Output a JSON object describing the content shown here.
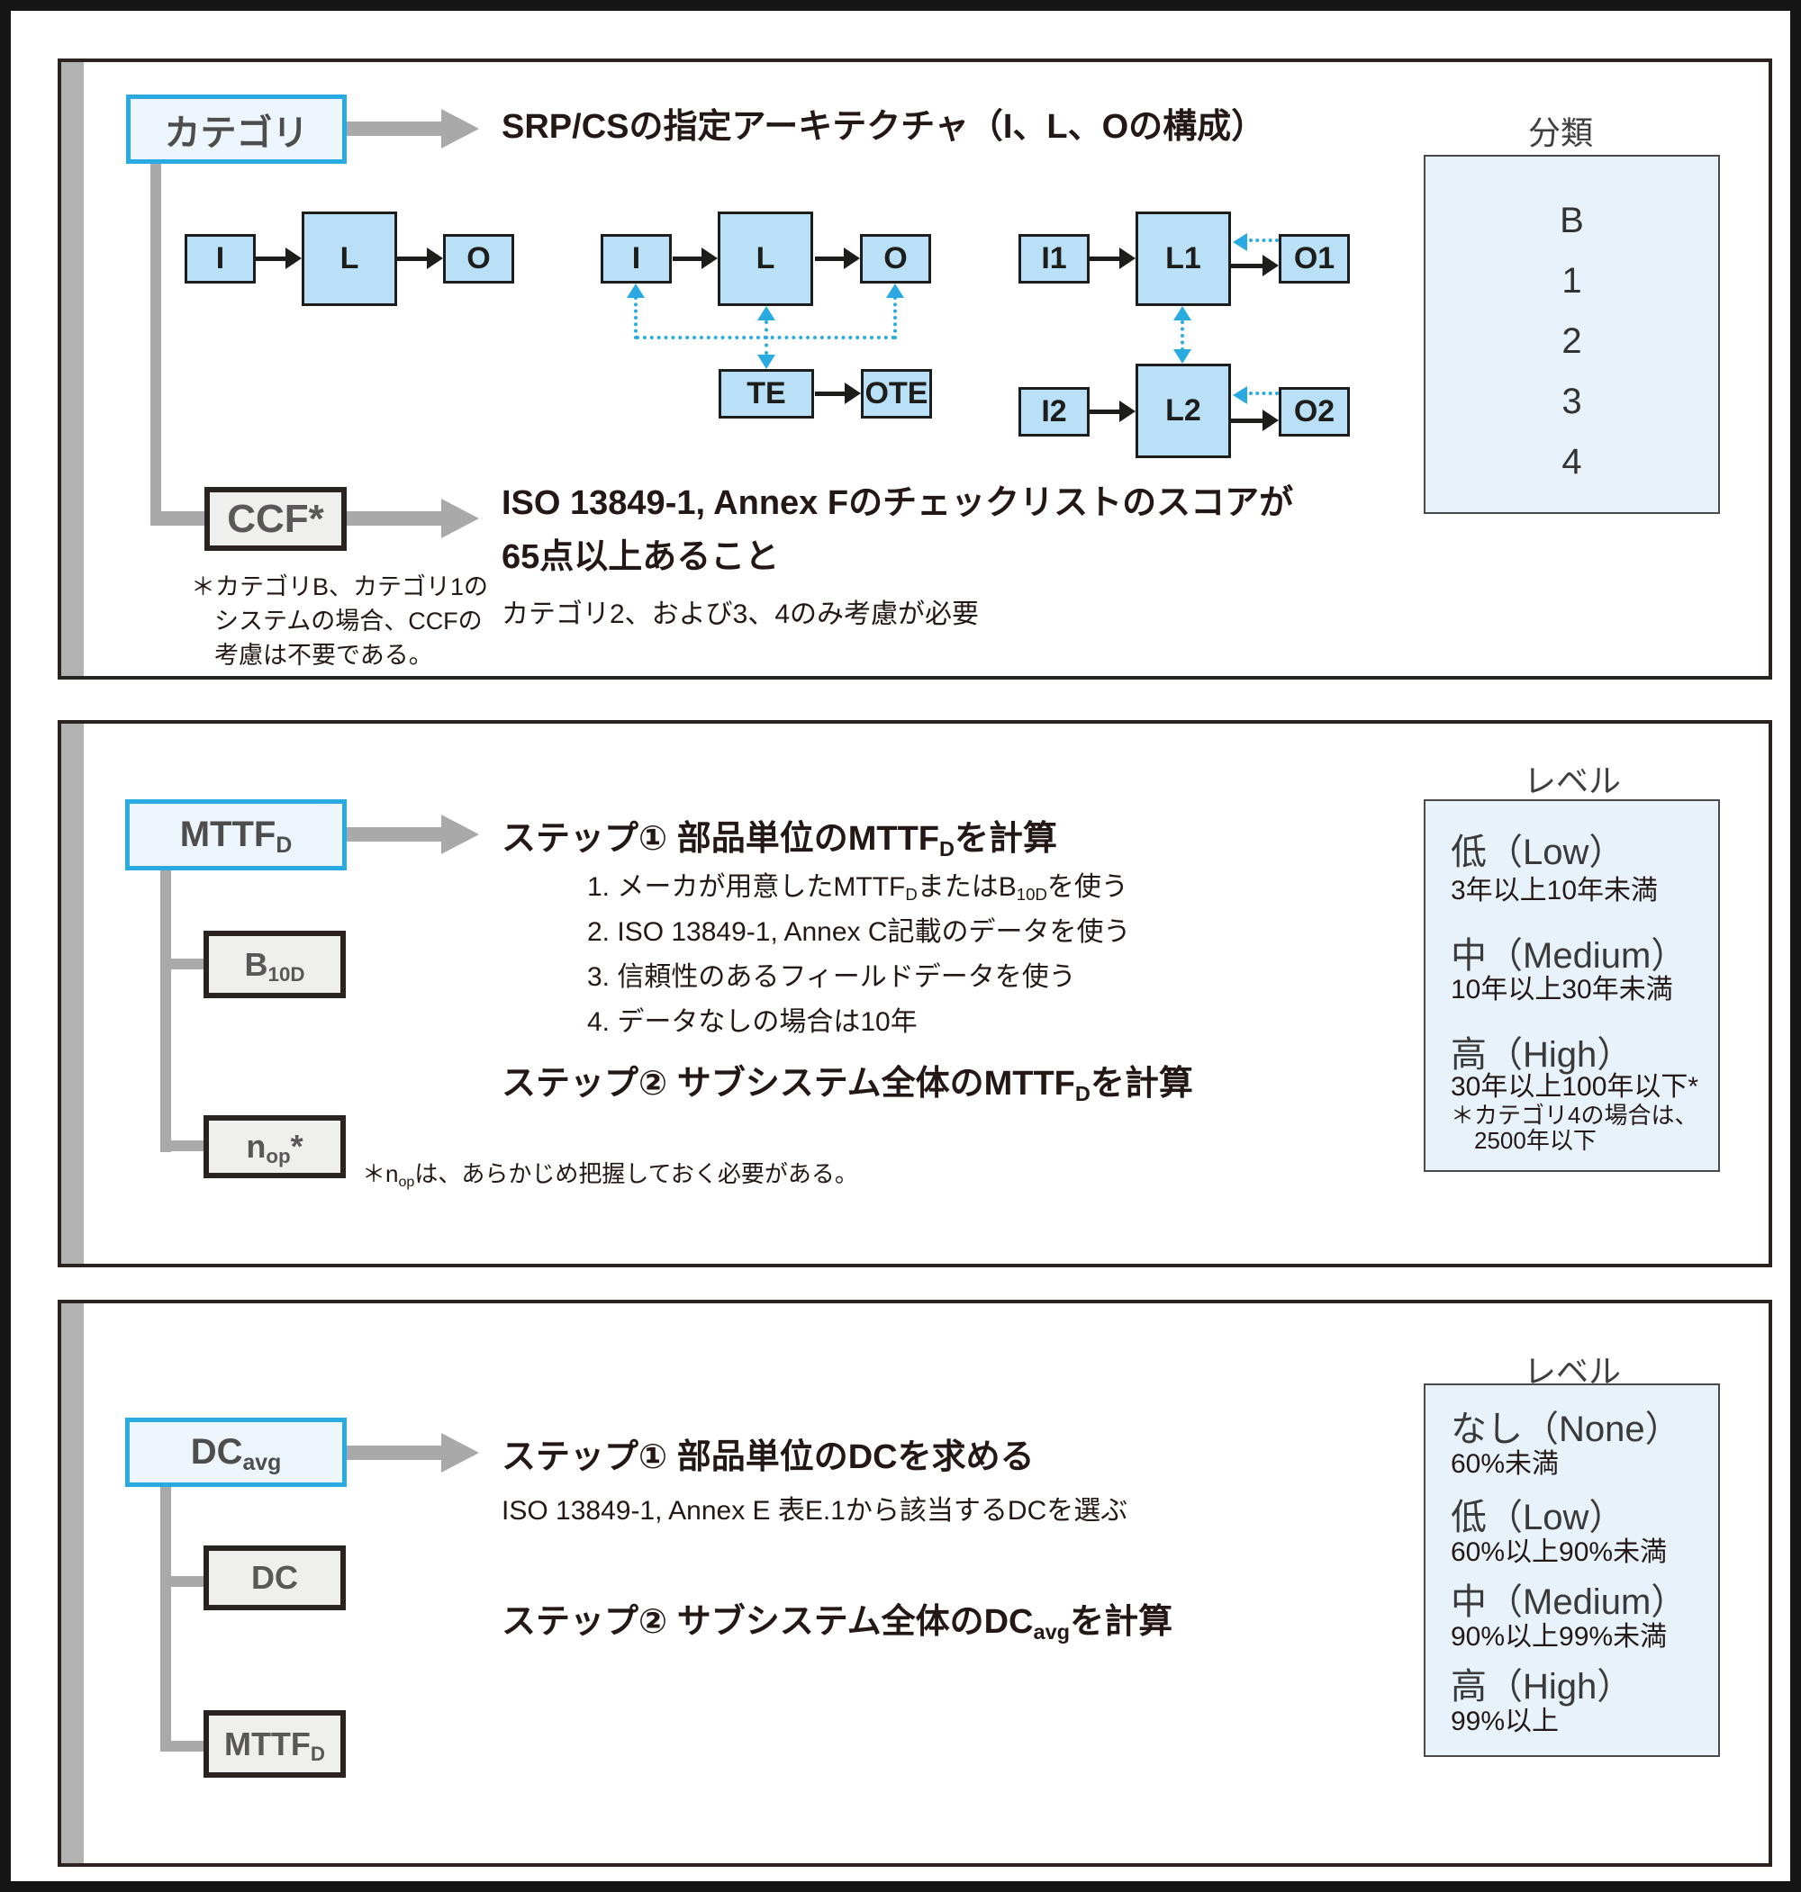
{
  "colors": {
    "accent_blue": "#29abe2",
    "diagram_box_blue": "#b9e0f6",
    "side_box_blue": "#e7f2fb",
    "connector_gray": "#a9a9a9"
  },
  "category_panel": {
    "node_label": "カテゴリ",
    "heading": "SRP/CSの指定アーキテクチャ（I、L、Oの構成）",
    "classification_label": "分類",
    "classification_values": [
      "B",
      "1",
      "2",
      "3",
      "4"
    ],
    "d1": [
      "I",
      "L",
      "O"
    ],
    "d2": [
      "I",
      "L",
      "O",
      "TE",
      "OTE"
    ],
    "d3": [
      "I1",
      "L1",
      "O1",
      "I2",
      "L2",
      "O2"
    ],
    "ccf_label": "CCF*",
    "ccf_heading_1": "ISO 13849-1, Annex Fのチェックリストのスコアが",
    "ccf_heading_2": "65点以上あること",
    "ccf_note": "カテゴリ2、および3、4のみ考慮が必要",
    "ccf_foot_1": "＊カテゴリB、カテゴリ1の",
    "ccf_foot_2": "システムの場合、CCFの",
    "ccf_foot_3": "考慮は不要である。"
  },
  "mttfd_panel": {
    "node_label": "MTTF~D~",
    "child_1": "B~10D~",
    "child_2": "n~op~*",
    "step1": "ステップ① 部品単位のMTTF~D~を計算",
    "items": [
      "1. メーカが用意したMTTF~D~またはB~10D~を使う",
      "2. ISO 13849-1, Annex C記載のデータを使う",
      "3. 信頼性のあるフィールドデータを使う",
      "4. データなしの場合は10年"
    ],
    "step2": "ステップ② サブシステム全体のMTTF~D~を計算",
    "foot": "＊n~op~は、あらかじめ把握しておく必要がある。",
    "level_label": "レベル",
    "levels": [
      {
        "name": "低（Low）",
        "range": "3年以上10年未満"
      },
      {
        "name": "中（Medium）",
        "range": "10年以上30年未満"
      },
      {
        "name": "高（High）",
        "range": "30年以上100年以下*"
      }
    ],
    "level_foot_1": "＊カテゴリ4の場合は、",
    "level_foot_2": "2500年以下"
  },
  "dcavg_panel": {
    "node_label": "DC~avg~",
    "child_1": "DC",
    "child_2": "MTTF~D~",
    "step1": "ステップ① 部品単位のDCを求める",
    "step1_note": "ISO 13849-1, Annex E 表E.1から該当するDCを選ぶ",
    "step2": "ステップ② サブシステム全体のDC~avg~を計算",
    "level_label": "レベル",
    "levels": [
      {
        "name": "なし（None）",
        "range": "60%未満"
      },
      {
        "name": "低（Low）",
        "range": "60%以上90%未満"
      },
      {
        "name": "中（Medium）",
        "range": "90%以上99%未満"
      },
      {
        "name": "高（High）",
        "range": "99%以上"
      }
    ]
  }
}
